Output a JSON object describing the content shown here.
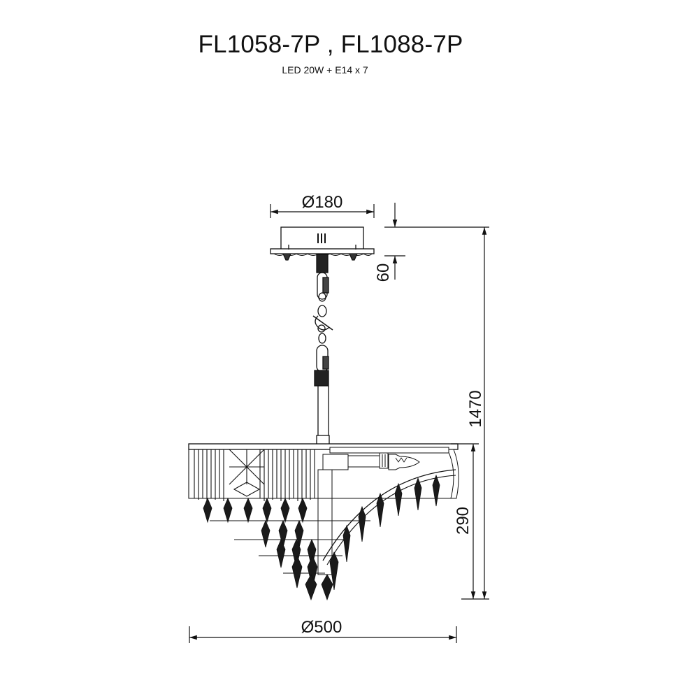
{
  "title": "FL1058-7P , FL1088-7P",
  "subtitle": "LED 20W + E14 x 7",
  "dimensions": {
    "canopy_diameter": "Ø180",
    "canopy_height": "60",
    "total_height": "1470",
    "body_height": "290",
    "body_diameter": "Ø500"
  }
}
